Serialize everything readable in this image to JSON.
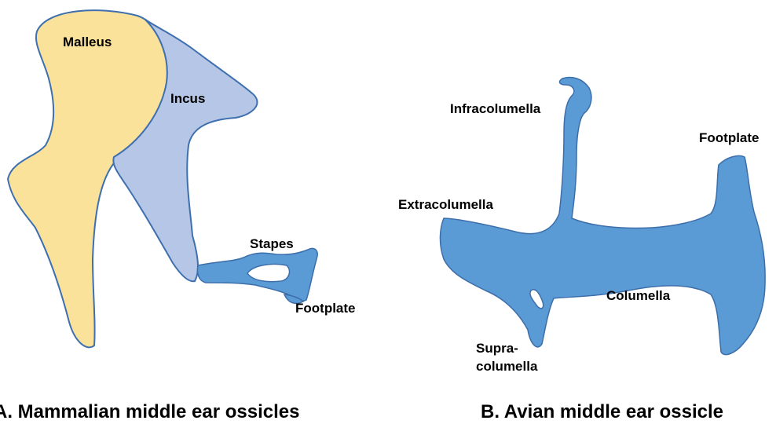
{
  "colors": {
    "malleus_fill": "#fbe29a",
    "malleus_stroke": "#3e6fae",
    "incus_fill": "#b5c6e7",
    "incus_stroke": "#3e6fae",
    "bone_fill": "#5b9bd5",
    "bone_stroke": "#3c6eaa"
  },
  "panel_a": {
    "caption": "A. Mammalian middle ear ossicles",
    "labels": {
      "malleus": "Malleus",
      "incus": "Incus",
      "stapes": "Stapes",
      "footplate": "Footplate"
    }
  },
  "panel_b": {
    "caption": "B. Avian middle ear ossicle",
    "labels": {
      "infracolumella": "Infracolumella",
      "footplate": "Footplate",
      "extracolumella": "Extracolumella",
      "columella": "Columella",
      "supra_line1": "Supra-",
      "supra_line2": "columella"
    }
  }
}
